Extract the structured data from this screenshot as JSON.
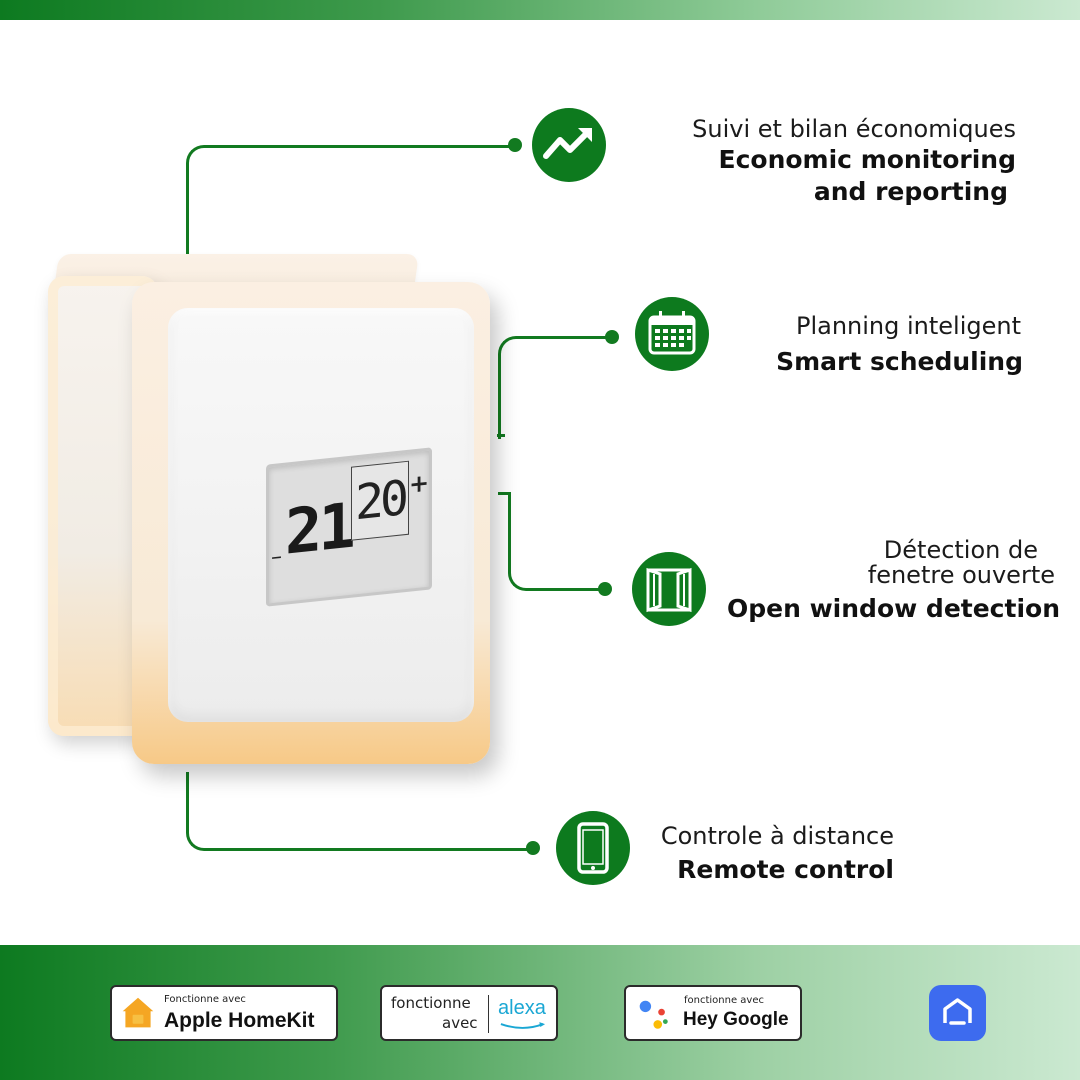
{
  "features": [
    {
      "id": "economic",
      "fr": [
        "Suivi et bilan économiques"
      ],
      "en": [
        "Economic monitoring",
        "and reporting"
      ],
      "icon": "trend-up-icon"
    },
    {
      "id": "schedule",
      "fr": [
        "Planning inteligent"
      ],
      "en": [
        "Smart scheduling"
      ],
      "icon": "calendar-icon"
    },
    {
      "id": "window",
      "fr": [
        "Détection de",
        "fenetre ouverte"
      ],
      "en": [
        "Open window detection"
      ],
      "icon": "window-icon"
    },
    {
      "id": "remote",
      "fr": [
        "Controle à distance"
      ],
      "en": [
        "Remote control"
      ],
      "icon": "smartphone-icon"
    }
  ],
  "device": {
    "current_temp": "21",
    "set_temp": "20",
    "minus": "–",
    "plus": "+"
  },
  "badges": {
    "homekit": {
      "small": "Fonctionne avec",
      "big": "Apple HomeKit"
    },
    "alexa": {
      "line1": "fonctionne",
      "line2": "avec",
      "brand": "alexa"
    },
    "google": {
      "small": "fonctionne avec",
      "big": "Hey Google"
    }
  },
  "colors": {
    "brand_green": "#0d7a1e",
    "alexa_blue": "#1aa7d4",
    "home_app_blue": "#3d6bef"
  }
}
